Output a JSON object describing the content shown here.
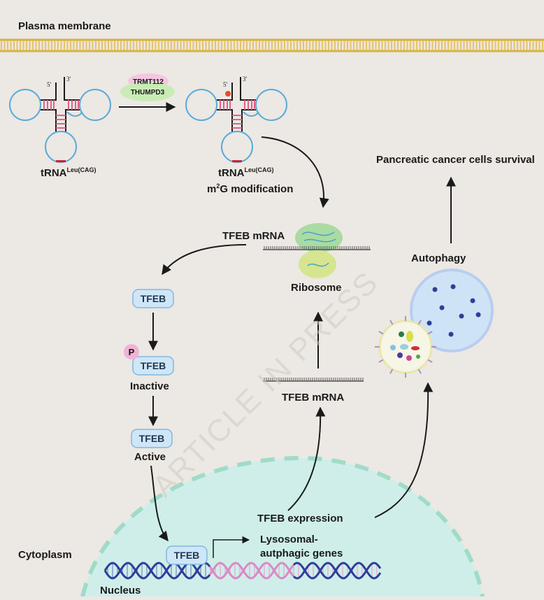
{
  "labels": {
    "plasma_membrane": "Plasma membrane",
    "trna_left_main": "tRNA",
    "trna_left_sup": "Leu(CAG)",
    "trna_right_main": "tRNA",
    "trna_right_sup": "Leu(CAG)",
    "m2g_m": "m",
    "m2g_sup": "2",
    "m2g_rest": "G modification",
    "enzyme_1": "TRMT112",
    "enzyme_2": "THUMPD3",
    "five_prime": "5'",
    "three_prime": "3'",
    "tfeb_mrna_top": "TFEB mRNA",
    "ribosome": "Ribosome",
    "tfeb_mrna_mid": "TFEB mRNA",
    "tfeb_1": "TFEB",
    "phospho": "P",
    "tfeb_2": "TFEB",
    "inactive": "Inactive",
    "tfeb_3": "TFEB",
    "active": "Active",
    "tfeb_dna": "TFEB",
    "tfeb_expression": "TFEB expression",
    "lyso_1": "Lysosomal-",
    "lyso_2": "autphagic genes",
    "cytoplasm": "Cytoplasm",
    "nucleus": "Nucleus",
    "autophagy": "Autophagy",
    "survival": "Pancreatic cancer cells survival",
    "watermark": "ARTICLE IN PRESS"
  },
  "colors": {
    "background": "#ece8e3",
    "membrane": "#d9b23a",
    "trna_loop": "#5aaad8",
    "stem_rungs": "#e0608a",
    "anticodon": "#d8232a",
    "m2g_dot": "#e0502a",
    "pill_fill": "#cfe6f7",
    "pill_stroke": "#7fb8e0",
    "ribosome_top": "#a9dba3",
    "ribosome_bottom": "#d6e58f",
    "nucleus_fill": "#cfeee9",
    "nucleus_dash": "#9fdcc8",
    "dna_blue": "#2d3f9a",
    "dna_pink": "#d98ac6",
    "phospho_fill": "#f2b2d6",
    "lysosome_fill": "#cfe3f6",
    "lysosome_stroke": "#b9cdf0"
  }
}
